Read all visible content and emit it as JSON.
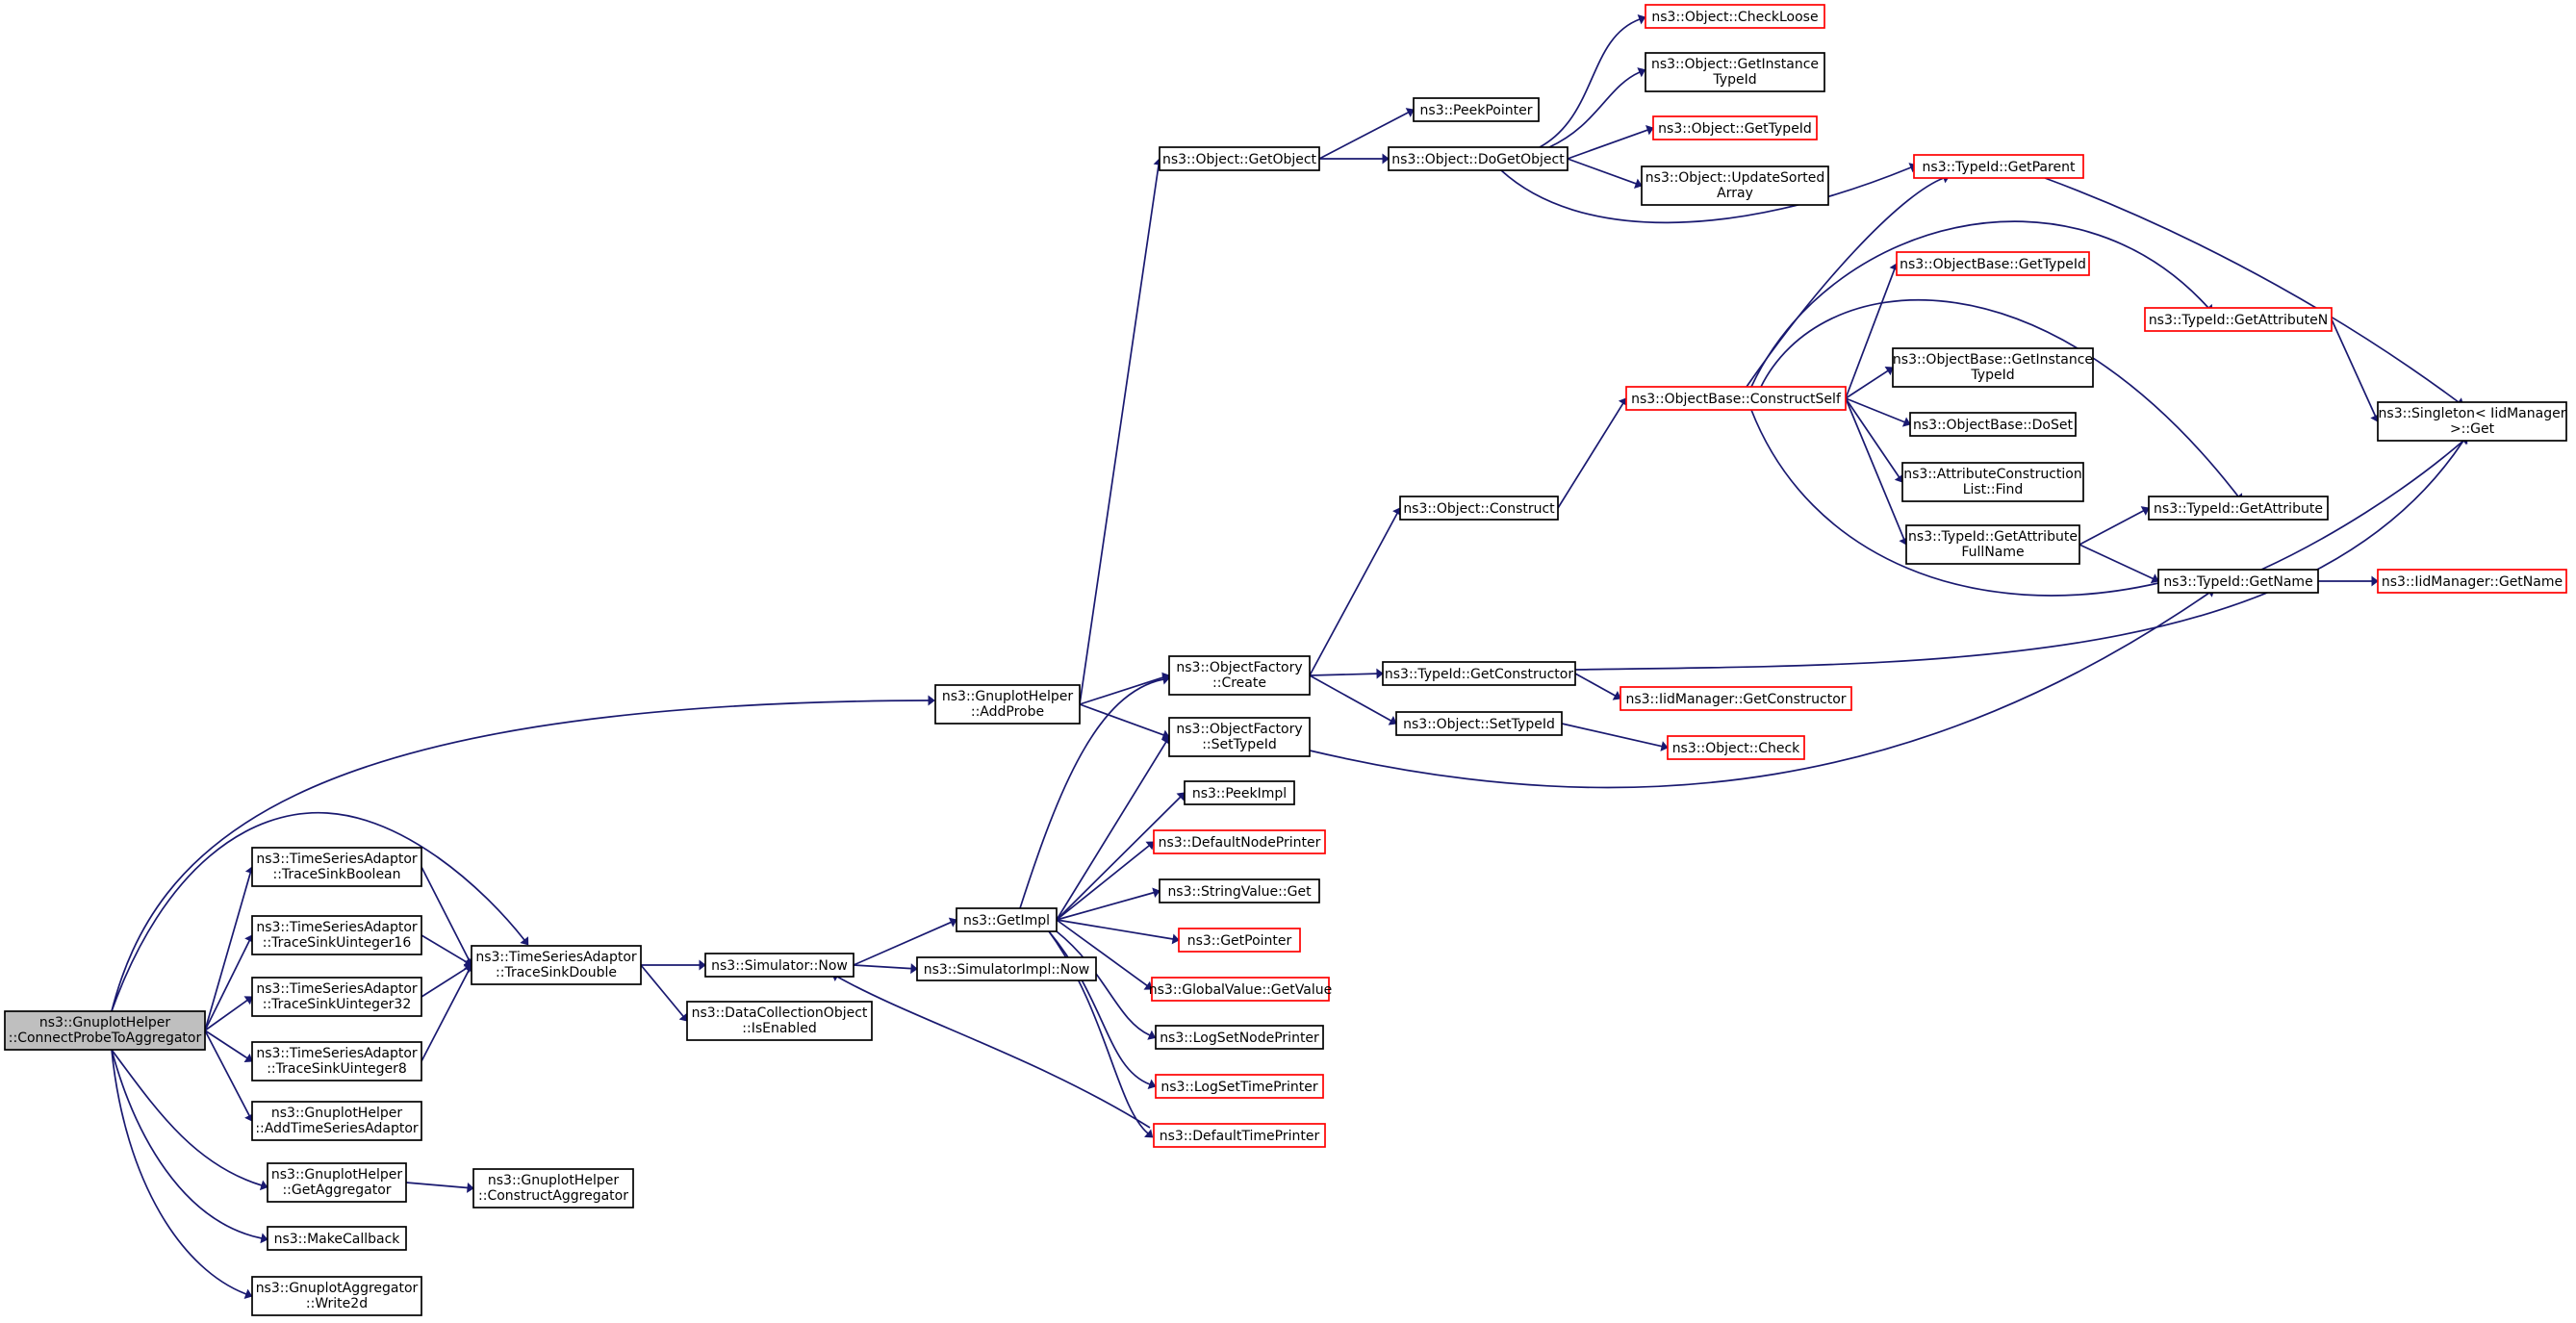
{
  "nodes": [
    {
      "id": "root",
      "lines": [
        "ns3::GnuplotHelper",
        "::ConnectProbeToAggregator"
      ],
      "ext": false,
      "root": true
    },
    {
      "id": "addProbe",
      "lines": [
        "ns3::GnuplotHelper",
        "::AddProbe"
      ],
      "ext": false
    },
    {
      "id": "tsBool",
      "lines": [
        "ns3::TimeSeriesAdaptor",
        "::TraceSinkBoolean"
      ],
      "ext": false
    },
    {
      "id": "tsU16",
      "lines": [
        "ns3::TimeSeriesAdaptor",
        "::TraceSinkUinteger16"
      ],
      "ext": false
    },
    {
      "id": "tsU32",
      "lines": [
        "ns3::TimeSeriesAdaptor",
        "::TraceSinkUinteger32"
      ],
      "ext": false
    },
    {
      "id": "tsU8",
      "lines": [
        "ns3::TimeSeriesAdaptor",
        "::TraceSinkUinteger8"
      ],
      "ext": false
    },
    {
      "id": "addTS",
      "lines": [
        "ns3::GnuplotHelper",
        "::AddTimeSeriesAdaptor"
      ],
      "ext": false
    },
    {
      "id": "getAgg",
      "lines": [
        "ns3::GnuplotHelper",
        "::GetAggregator"
      ],
      "ext": false
    },
    {
      "id": "makeCb",
      "lines": [
        "ns3::MakeCallback"
      ],
      "ext": false
    },
    {
      "id": "write2d",
      "lines": [
        "ns3::GnuplotAggregator",
        "::Write2d"
      ],
      "ext": false
    },
    {
      "id": "tsDouble",
      "lines": [
        "ns3::TimeSeriesAdaptor",
        "::TraceSinkDouble"
      ],
      "ext": false
    },
    {
      "id": "constructAgg",
      "lines": [
        "ns3::GnuplotHelper",
        "::ConstructAggregator"
      ],
      "ext": false
    },
    {
      "id": "simNow",
      "lines": [
        "ns3::Simulator::Now"
      ],
      "ext": false
    },
    {
      "id": "dcoEnabled",
      "lines": [
        "ns3::DataCollectionObject",
        "::IsEnabled"
      ],
      "ext": false
    },
    {
      "id": "getImpl",
      "lines": [
        "ns3::GetImpl"
      ],
      "ext": false
    },
    {
      "id": "simImplNow",
      "lines": [
        "ns3::SimulatorImpl::Now"
      ],
      "ext": false
    },
    {
      "id": "ofCreate",
      "lines": [
        "ns3::ObjectFactory",
        "::Create"
      ],
      "ext": false
    },
    {
      "id": "ofSetTypeId",
      "lines": [
        "ns3::ObjectFactory",
        "::SetTypeId"
      ],
      "ext": false
    },
    {
      "id": "peekImpl",
      "lines": [
        "ns3::PeekImpl"
      ],
      "ext": false
    },
    {
      "id": "defNodePrinter",
      "lines": [
        "ns3::DefaultNodePrinter"
      ],
      "ext": true
    },
    {
      "id": "strValGet",
      "lines": [
        "ns3::StringValue::Get"
      ],
      "ext": false
    },
    {
      "id": "getPointer",
      "lines": [
        "ns3::GetPointer"
      ],
      "ext": true
    },
    {
      "id": "gvGetValue",
      "lines": [
        "ns3::GlobalValue::GetValue"
      ],
      "ext": true
    },
    {
      "id": "logSetNode",
      "lines": [
        "ns3::LogSetNodePrinter"
      ],
      "ext": false
    },
    {
      "id": "logSetTime",
      "lines": [
        "ns3::LogSetTimePrinter"
      ],
      "ext": true
    },
    {
      "id": "defTimePrinter",
      "lines": [
        "ns3::DefaultTimePrinter"
      ],
      "ext": true
    },
    {
      "id": "objGetObject",
      "lines": [
        "ns3::Object::GetObject"
      ],
      "ext": false
    },
    {
      "id": "peekPointer",
      "lines": [
        "ns3::PeekPointer"
      ],
      "ext": false
    },
    {
      "id": "objDoGetObject",
      "lines": [
        "ns3::Object::DoGetObject"
      ],
      "ext": false
    },
    {
      "id": "checkLoose",
      "lines": [
        "ns3::Object::CheckLoose"
      ],
      "ext": true
    },
    {
      "id": "objGetInstTid",
      "lines": [
        "ns3::Object::GetInstance",
        "TypeId"
      ],
      "ext": false
    },
    {
      "id": "objGetTypeId",
      "lines": [
        "ns3::Object::GetTypeId"
      ],
      "ext": true
    },
    {
      "id": "updSorted",
      "lines": [
        "ns3::Object::UpdateSorted",
        "Array"
      ],
      "ext": false
    },
    {
      "id": "tidGetParent",
      "lines": [
        "ns3::TypeId::GetParent"
      ],
      "ext": true
    },
    {
      "id": "objConstruct",
      "lines": [
        "ns3::Object::Construct"
      ],
      "ext": false
    },
    {
      "id": "tidGetCtor",
      "lines": [
        "ns3::TypeId::GetConstructor"
      ],
      "ext": false
    },
    {
      "id": "objSetTypeId",
      "lines": [
        "ns3::Object::SetTypeId"
      ],
      "ext": false
    },
    {
      "id": "obConstructSelf",
      "lines": [
        "ns3::ObjectBase::ConstructSelf"
      ],
      "ext": true
    },
    {
      "id": "iidGetCtor",
      "lines": [
        "ns3::IidManager::GetConstructor"
      ],
      "ext": true
    },
    {
      "id": "objCheck",
      "lines": [
        "ns3::Object::Check"
      ],
      "ext": true
    },
    {
      "id": "obGetTypeId",
      "lines": [
        "ns3::ObjectBase::GetTypeId"
      ],
      "ext": true
    },
    {
      "id": "obGetInstTid",
      "lines": [
        "ns3::ObjectBase::GetInstance",
        "TypeId"
      ],
      "ext": false
    },
    {
      "id": "obDoSet",
      "lines": [
        "ns3::ObjectBase::DoSet"
      ],
      "ext": false
    },
    {
      "id": "acFind",
      "lines": [
        "ns3::AttributeConstruction",
        "List::Find"
      ],
      "ext": false
    },
    {
      "id": "tidGetAttrFull",
      "lines": [
        "ns3::TypeId::GetAttribute",
        "FullName"
      ],
      "ext": false
    },
    {
      "id": "tidGetAttrN",
      "lines": [
        "ns3::TypeId::GetAttributeN"
      ],
      "ext": true
    },
    {
      "id": "tidGetAttr",
      "lines": [
        "ns3::TypeId::GetAttribute"
      ],
      "ext": false
    },
    {
      "id": "tidGetName",
      "lines": [
        "ns3::TypeId::GetName"
      ],
      "ext": false
    },
    {
      "id": "singletonGet",
      "lines": [
        "ns3::Singleton< IidManager",
        ">::Get"
      ],
      "ext": false
    },
    {
      "id": "iidGetName",
      "lines": [
        "ns3::IidManager::GetName"
      ],
      "ext": true
    }
  ],
  "edges": [
    [
      "root",
      "addProbe"
    ],
    [
      "root",
      "tsDouble"
    ],
    [
      "root",
      "tsBool"
    ],
    [
      "root",
      "tsU16"
    ],
    [
      "root",
      "tsU32"
    ],
    [
      "root",
      "tsU8"
    ],
    [
      "root",
      "addTS"
    ],
    [
      "root",
      "getAgg"
    ],
    [
      "root",
      "makeCb"
    ],
    [
      "root",
      "write2d"
    ],
    [
      "tsBool",
      "tsDouble"
    ],
    [
      "tsU16",
      "tsDouble"
    ],
    [
      "tsU32",
      "tsDouble"
    ],
    [
      "tsU8",
      "tsDouble"
    ],
    [
      "getAgg",
      "constructAgg"
    ],
    [
      "tsDouble",
      "simNow"
    ],
    [
      "tsDouble",
      "dcoEnabled"
    ],
    [
      "simNow",
      "getImpl"
    ],
    [
      "simNow",
      "simImplNow"
    ],
    [
      "getImpl",
      "ofCreate"
    ],
    [
      "getImpl",
      "ofSetTypeId"
    ],
    [
      "getImpl",
      "peekImpl"
    ],
    [
      "getImpl",
      "defNodePrinter"
    ],
    [
      "getImpl",
      "strValGet"
    ],
    [
      "getImpl",
      "getPointer"
    ],
    [
      "getImpl",
      "gvGetValue"
    ],
    [
      "getImpl",
      "logSetNode"
    ],
    [
      "getImpl",
      "logSetTime"
    ],
    [
      "getImpl",
      "defTimePrinter"
    ],
    [
      "defTimePrinter",
      "simNow"
    ],
    [
      "addProbe",
      "objGetObject"
    ],
    [
      "addProbe",
      "ofCreate"
    ],
    [
      "addProbe",
      "ofSetTypeId"
    ],
    [
      "objGetObject",
      "peekPointer"
    ],
    [
      "objGetObject",
      "objDoGetObject"
    ],
    [
      "objDoGetObject",
      "checkLoose"
    ],
    [
      "objDoGetObject",
      "objGetInstTid"
    ],
    [
      "objDoGetObject",
      "objGetTypeId"
    ],
    [
      "objDoGetObject",
      "updSorted"
    ],
    [
      "objDoGetObject",
      "tidGetParent"
    ],
    [
      "ofCreate",
      "objConstruct"
    ],
    [
      "ofCreate",
      "tidGetCtor"
    ],
    [
      "ofCreate",
      "objSetTypeId"
    ],
    [
      "ofSetTypeId",
      "tidGetName"
    ],
    [
      "objConstruct",
      "obConstructSelf"
    ],
    [
      "tidGetCtor",
      "iidGetCtor"
    ],
    [
      "tidGetCtor",
      "singletonGet"
    ],
    [
      "objSetTypeId",
      "objCheck"
    ],
    [
      "obConstructSelf",
      "tidGetParent"
    ],
    [
      "obConstructSelf",
      "obGetTypeId"
    ],
    [
      "obConstructSelf",
      "tidGetAttrN"
    ],
    [
      "obConstructSelf",
      "obGetInstTid"
    ],
    [
      "obConstructSelf",
      "obDoSet"
    ],
    [
      "obConstructSelf",
      "acFind"
    ],
    [
      "obConstructSelf",
      "tidGetAttrFull"
    ],
    [
      "obConstructSelf",
      "tidGetAttr"
    ],
    [
      "obConstructSelf",
      "tidGetName"
    ],
    [
      "tidGetParent",
      "singletonGet"
    ],
    [
      "tidGetAttrN",
      "singletonGet"
    ],
    [
      "tidGetAttrFull",
      "tidGetAttr"
    ],
    [
      "tidGetAttrFull",
      "tidGetName"
    ],
    [
      "tidGetName",
      "singletonGet"
    ],
    [
      "tidGetName",
      "iidGetName"
    ]
  ]
}
